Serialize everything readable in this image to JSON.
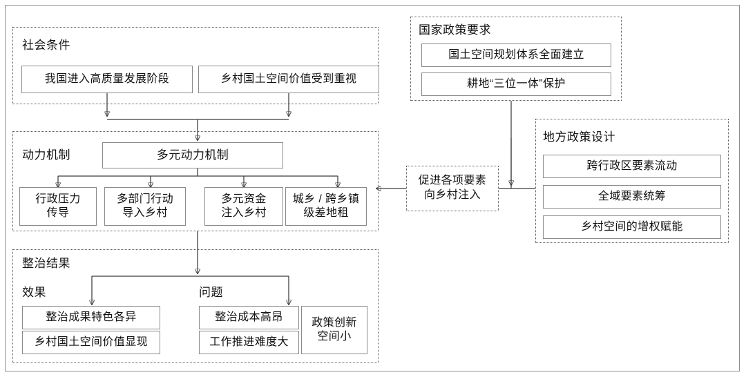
{
  "diagram": {
    "title_present": false,
    "groups": {
      "social_conditions": {
        "label": "社会条件",
        "items": [
          {
            "text": "我国进入高质量发展阶段"
          },
          {
            "text": "乡村国土空间价值受到重视"
          }
        ]
      },
      "driving_mechanism": {
        "label": "动力机制",
        "headline": "多元动力机制",
        "items": [
          {
            "text": "行政压力\n传导"
          },
          {
            "text": "多部门行动\n导入乡村"
          },
          {
            "text": "多元资金\n注入乡村"
          },
          {
            "text": "城乡 / 跨乡镇\n级差地租"
          }
        ]
      },
      "remediation_results": {
        "label": "整治结果",
        "sub_effects_label": "效果",
        "sub_problems_label": "问题",
        "effects": [
          {
            "text": "整治成果特色各异"
          },
          {
            "text": "乡村国土空间价值显现"
          }
        ],
        "problems": [
          {
            "text": "整治成本高昂"
          },
          {
            "text": "工作推进难度大"
          },
          {
            "text": "政策创新\n空间小"
          }
        ]
      },
      "national_policy": {
        "label": "国家政策要求",
        "items": [
          {
            "text": "国土空间规划体系全面建立"
          },
          {
            "text": "耕地“三位一体”保护"
          }
        ]
      },
      "local_policy": {
        "label": "地方政策设计",
        "items": [
          {
            "text": "跨行政区要素流动"
          },
          {
            "text": "全域要素统筹"
          },
          {
            "text": "乡村空间的增权赋能"
          }
        ]
      }
    },
    "connector_node": {
      "text": "促进各项要素\n向乡村注入"
    },
    "colors": {
      "frame": "#8c8c8c",
      "dashed": "#5a5a5a",
      "node_border": "#8a8a8a",
      "wire": "#3b3b3b",
      "text": "#111111",
      "background": "#ffffff"
    }
  }
}
